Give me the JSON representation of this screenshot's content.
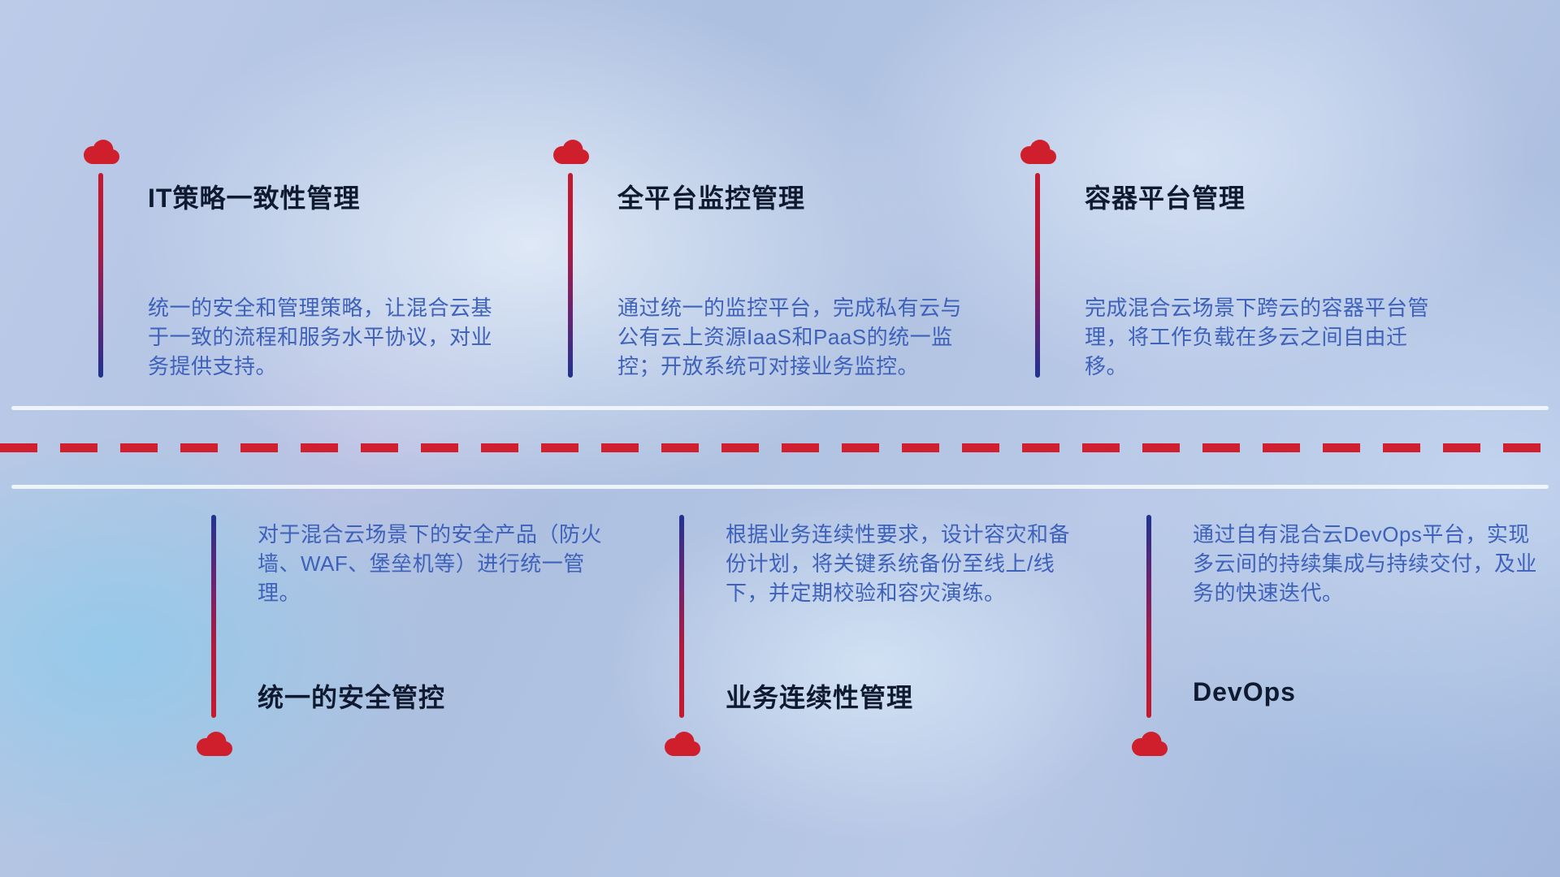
{
  "meta": {
    "type": "hybrid-cloud-capability-timeline-diagram"
  },
  "colors": {
    "accent_red": "#cf1f2d",
    "accent_blue": "#20338f",
    "title_text": "#0f1a30",
    "body_text": "#3e61ba",
    "dashed_divider": "#d01f2e",
    "solid_divider": "#f5f9fd",
    "background_base": "#b3c4e2"
  },
  "icons": {
    "marker": "cloud-icon"
  },
  "timeline": {
    "top_items": [
      {
        "title": "IT策略一致性管理",
        "description": "统一的安全和管理策略，让混合云基于一致的流程和服务水平协议，对业务提供支持。"
      },
      {
        "title": "全平台监控管理",
        "description": "通过统一的监控平台，完成私有云与公有云上资源IaaS和PaaS的统一监控；开放系统可对接业务监控。"
      },
      {
        "title": "容器平台管理",
        "description": "完成混合云场景下跨云的容器平台管理，将工作负载在多云之间自由迁移。"
      }
    ],
    "bottom_items": [
      {
        "title": "统一的安全管控",
        "description": "对于混合云场景下的安全产品（防火墙、WAF、堡垒机等）进行统一管理。"
      },
      {
        "title": "业务连续性管理",
        "description": "根据业务连续性要求，设计容灾和备份计划，将关键系统备份至线上/线下，并定期校验和容灾演练。"
      },
      {
        "title": "DevOps",
        "description": "通过自有混合云DevOps平台，实现多云间的持续集成与持续交付，及业务的快速迭代。"
      }
    ]
  }
}
